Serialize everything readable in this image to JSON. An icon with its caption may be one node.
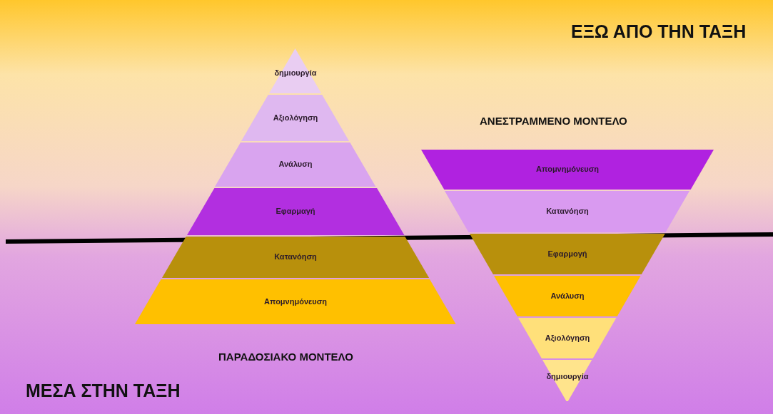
{
  "diagram": {
    "nodes": [
      {
        "text": [
          "δημιουργία"
        ]
      },
      {
        "text": [
          "Αξιολόγηση"
        ]
      },
      {
        "text": [
          "Ανάλυση"
        ]
      },
      {
        "text": [
          "Εφαρμαγή"
        ]
      },
      {
        "text": [
          "Κατανόηση"
        ]
      },
      {
        "text": [
          "Απομνημόνευση"
        ]
      },
      {
        "text": [
          "Απομνημόνευση"
        ]
      },
      {
        "text": [
          "Κατανόηση"
        ]
      },
      {
        "text": [
          "Εφαρμογή"
        ]
      },
      {
        "text": [
          "Ανάλυση"
        ]
      },
      {
        "text": [
          "Αξιολόγηση"
        ]
      },
      {
        "text": [
          "δημιουργία"
        ]
      }
    ],
    "labels": [
      "ΕΞΩ ΑΠΟ ΤΗΝ ΤΑΞΗ",
      "ΑΝΕΣΤΡΑΜΜΕΝΟ ΜΟΝΤΕΛΟ",
      "ΠΑΡΑΔΟΣΙΑΚΟ ΜΟΝΤΕΛΟ",
      "ΜΕΣΑ ΣΤΗΝ ΤΑΞΗ"
    ]
  }
}
